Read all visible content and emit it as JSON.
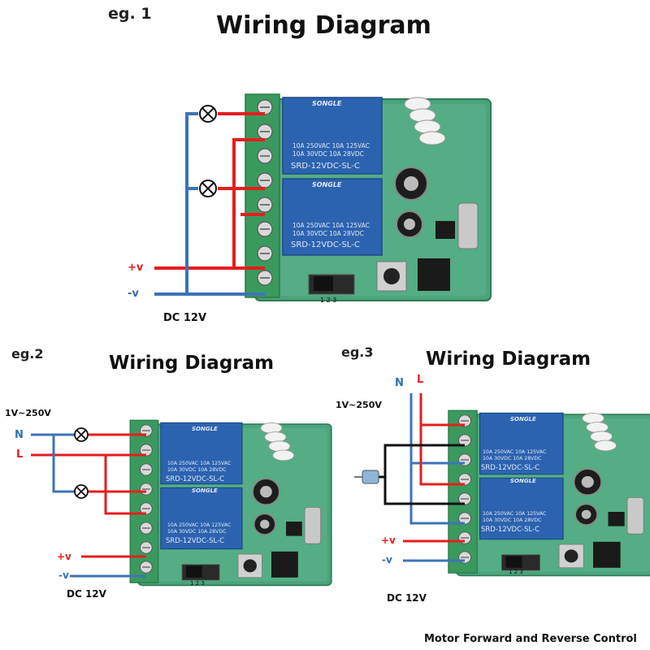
{
  "panels": {
    "eg1": {
      "example_label": "eg. 1",
      "title": "Wiring Diagram",
      "plus_label": "+v",
      "minus_label": "-v",
      "power_label": "DC 12V"
    },
    "eg2": {
      "example_label": "eg.2",
      "title": "Wiring Diagram",
      "voltage_label": "1V~250V",
      "n_label": "N",
      "l_label": "L",
      "plus_label": "+v",
      "minus_label": "-v",
      "power_label": "DC 12V"
    },
    "eg3": {
      "example_label": "eg.3",
      "title": "Wiring Diagram",
      "voltage_label": "1V~250V",
      "n_label": "N",
      "l_label": "L",
      "plus_label": "+v",
      "minus_label": "-v",
      "power_label": "DC 12V",
      "caption": "Motor Forward and Reverse Control"
    }
  },
  "board": {
    "relay_brand": "SONGLE",
    "relay_spec_1": "10A 250VAC  10A 125VAC",
    "relay_spec_2": "10A  30VDC  10A  28VDC",
    "relay_model": "SRD-12VDC-SL-C",
    "jumper_numbers": "1  2  3"
  },
  "colors": {
    "positive_wire": "#e41e1e",
    "negative_wire": "#3d73b8",
    "motor_wire": "#111111",
    "pcb": "#4aa37a",
    "terminal_block": "#3a9a5e",
    "relay": "#2c63b0"
  }
}
